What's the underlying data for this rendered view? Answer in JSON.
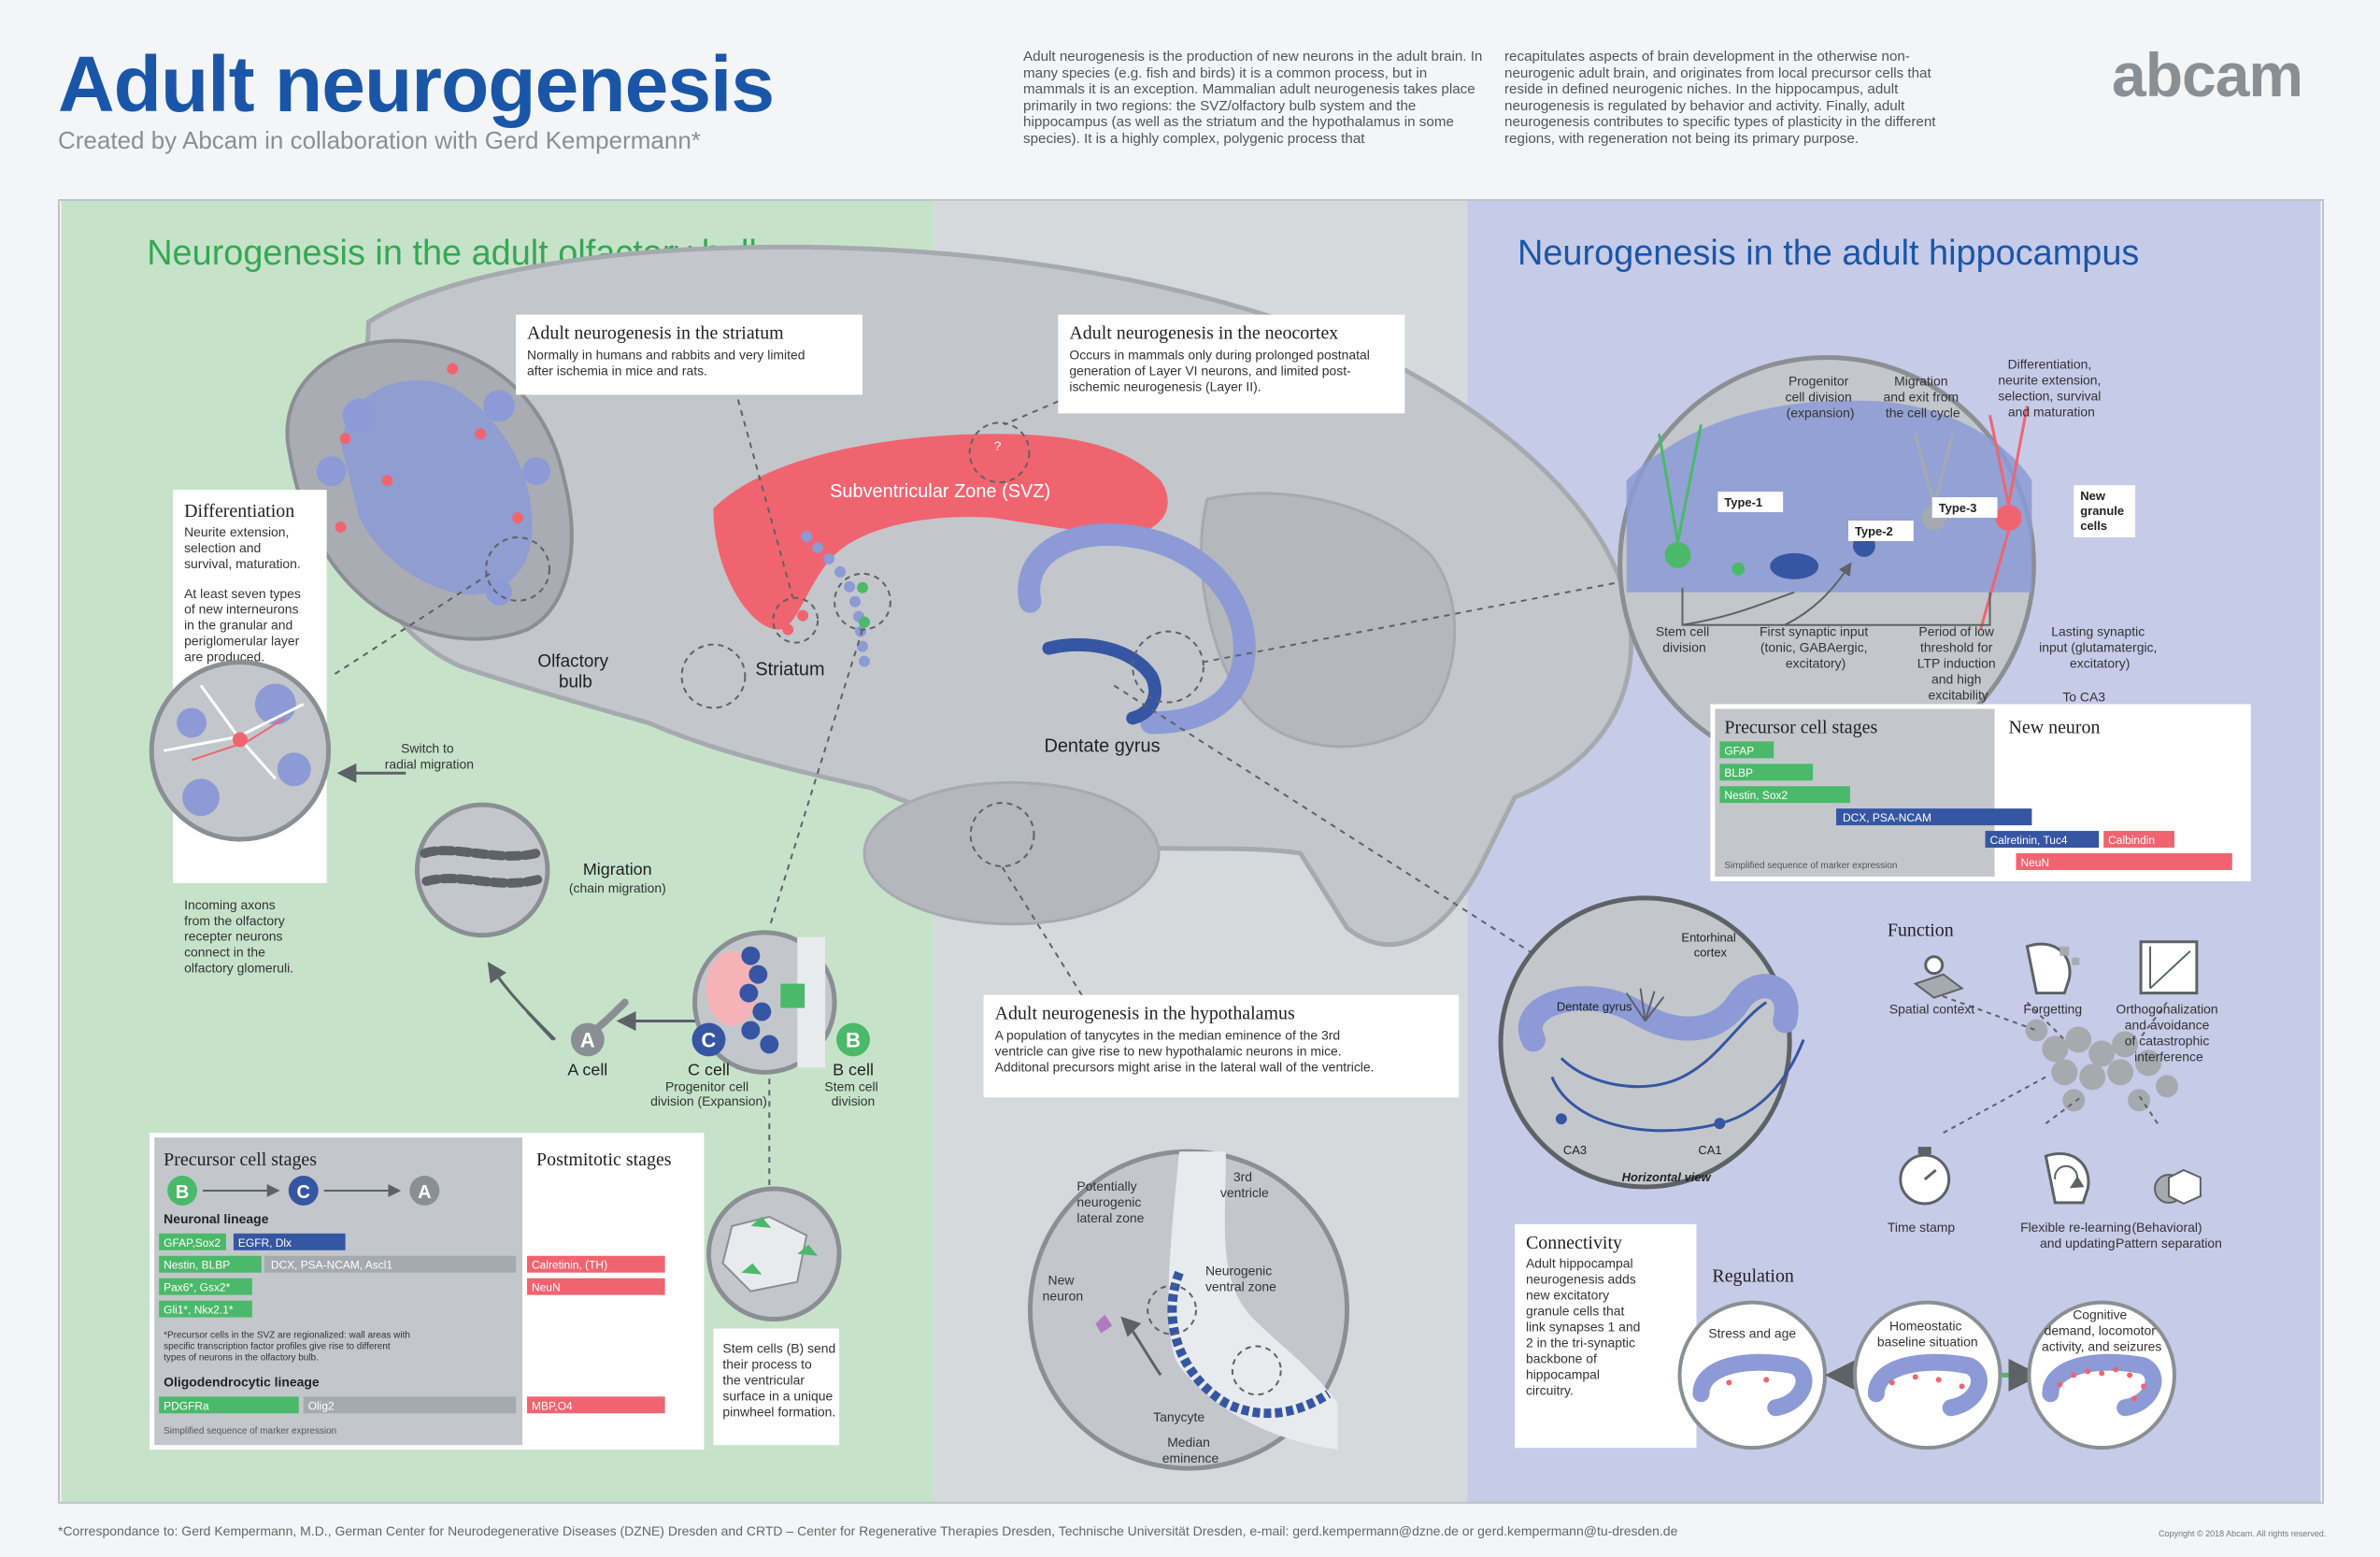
{
  "header": {
    "title": "Adult neurogenesis",
    "subtitle": "Created by Abcam in collaboration with Gerd Kempermann*",
    "intro_col1": "Adult neurogenesis is the production of new neurons in the adult brain. In many species (e.g. fish and birds) it is a common process, but in mammals it is an exception. Mammalian adult neurogenesis takes place primarily in two regions: the SVZ/olfactory bulb system and the hippocampus (as well as the striatum and the hypothalamus in some species). It is a highly complex, polygenic process that",
    "intro_col2": "recapitulates aspects of brain development in the otherwise non-neurogenic adult brain, and originates from local precursor cells that reside in defined neurogenic niches. In the hippocampus, adult neurogenesis is regulated by behavior and activity. Finally, adult neurogenesis contributes to specific types of plasticity in the different regions, with regeneration not being its primary purpose.",
    "brand": "abcam"
  },
  "sections": {
    "olfactory": "Neurogenesis in the adult olfactory bulb",
    "hippocampus": "Neurogenesis in the adult hippocampus"
  },
  "colors": {
    "blue": "#1a56a8",
    "green": "#4bb96a",
    "red": "#f06470",
    "lavender": "#8c9ad6",
    "gray": "#8a8f94"
  },
  "boxes": {
    "striatum": {
      "title": "Adult neurogenesis in the striatum",
      "lines": [
        "Normally in humans and rabbits and very limited",
        "after ischemia in mice and rats."
      ]
    },
    "neocortex": {
      "title": "Adult neurogenesis in the neocortex",
      "lines": [
        "Occurs in mammals only during prolonged postnatal",
        "generation of Layer VI neurons, and limited post-",
        "ischemic neurogenesis (Layer II)."
      ]
    },
    "hypothalamus": {
      "title": "Adult neurogenesis in the hypothalamus",
      "lines": [
        "A population of tanycytes in the median eminence of the 3rd",
        "ventricle can give rise to new hypothalamic neurons in mice.",
        "Additonal precursors might arise in the lateral wall of the ventricle."
      ]
    },
    "differentiation": {
      "title": "Differentiation",
      "p1": [
        "Neurite extension,",
        "selection and",
        "survival, maturation."
      ],
      "p2": [
        "At least seven types",
        "of new interneurons",
        "in the granular and",
        "periglomerular layer",
        "are produced."
      ]
    }
  },
  "brain_labels": {
    "svz": "Subventricular Zone (SVZ)",
    "olfactory_bulb": [
      "Olfactory",
      "bulb"
    ],
    "striatum": "Striatum",
    "dentate_gyrus": "Dentate gyrus",
    "question": "?"
  },
  "olfactory": {
    "switch": [
      "Switch to",
      "radial migration"
    ],
    "migration": "Migration",
    "migration_sub": "(chain migration)",
    "incoming": [
      "Incoming axons",
      "from the olfactory",
      "recepter neurons",
      "connect in the",
      "olfactory glomeruli."
    ],
    "cells": {
      "a": {
        "letter": "A",
        "name": "A cell"
      },
      "c": {
        "letter": "C",
        "name": "C cell",
        "sub": [
          "Progenitor cell",
          "division (Expansion)"
        ]
      },
      "b": {
        "letter": "B",
        "name": "B cell",
        "sub": [
          "Stem cell",
          "division"
        ]
      }
    },
    "stem_text": [
      "Stem cells (B) send",
      "their process to",
      "the ventricular",
      "surface in a unique",
      "pinwheel formation."
    ],
    "stages": {
      "header_left": "Precursor cell stages",
      "header_right": "Postmitotic stages",
      "letters": [
        "B",
        "C",
        "A"
      ],
      "neuronal": "Neuronal lineage",
      "oligo": "Oligodendrocytic lineage",
      "markers": {
        "gfap": "GFAP,Sox2",
        "egfr": "EGFR, Dlx",
        "nestin": "Nestin, BLBP",
        "dcx": "DCX, PSA-NCAM, Ascl1",
        "calretinin": "Calretinin, (TH)",
        "pax6": "Pax6*, Gsx2*",
        "neun": "NeuN",
        "gli1": "Gli1*, Nkx2.1*",
        "pdgfra": "PDGFRa",
        "olig2": "Olig2",
        "mbp": "MBP,O4"
      },
      "note": [
        "*Precursor cells in the SVZ are regionalized: wall areas with",
        "specific transcription factor profiles give rise to different",
        "types of neurons in the olfactory bulb."
      ],
      "footer": "Simplified sequence of marker expression"
    }
  },
  "hypothalamus_circle": {
    "ventricle": [
      "3rd",
      "ventricle"
    ],
    "lateral": [
      "Potentially",
      "neurogenic",
      "lateral zone"
    ],
    "new_neuron": [
      "New",
      "neuron"
    ],
    "ventral": [
      "Neurogenic",
      "ventral zone"
    ],
    "tanycyte": "Tanycyte",
    "median": [
      "Median",
      "eminence"
    ]
  },
  "hippocampus": {
    "steps": {
      "progenitor": [
        "Progenitor",
        "cell division",
        "(expansion)"
      ],
      "migration": [
        "Migration",
        "and exit from",
        "the cell cycle"
      ],
      "differentiation": [
        "Differentiation,",
        "neurite extension,",
        "selection, survival",
        "and maturation"
      ]
    },
    "types": {
      "t1": "Type-1",
      "t2": "Type-2",
      "t3": "Type-3",
      "new": [
        "New",
        "granule",
        "cells"
      ]
    },
    "below": {
      "stem": [
        "Stem cell",
        "division"
      ],
      "synaptic": [
        "First synaptic input",
        "(tonic, GABAergic,",
        "excitatory)"
      ],
      "period": [
        "Period of low",
        "threshold for",
        "LTP induction",
        "and high",
        "excitability"
      ],
      "lasting": [
        "Lasting synaptic",
        "input (glutamatergic,",
        "excitatory)"
      ],
      "ca3": "To CA3"
    },
    "stages": {
      "header_left": "Precursor cell stages",
      "header_right": "New neuron",
      "markers": {
        "gfap": "GFAP",
        "blbp": "BLBP",
        "nestin": "Nestin, Sox2",
        "dcx": "DCX, PSA-NCAM",
        "calretinin": "Calretinin, Tuc4",
        "calbindin": "Calbindin",
        "neun": "NeuN"
      },
      "footer": "Simplified sequence of marker expression"
    },
    "horizontal": {
      "entorhinal": [
        "Entorhinal",
        "cortex"
      ],
      "dg": "Dentate gyrus",
      "ca3": "CA3",
      "ca1": "CA1",
      "caption": "Horizontal view"
    },
    "connectivity": {
      "title": "Connectivity",
      "lines": [
        "Adult hippocampal",
        "neurogenesis adds",
        "new excitatory",
        "granule cells that",
        "link synapses 1 and",
        "2 in the tri-synaptic",
        "backbone of",
        "hippocampal",
        "circuitry."
      ]
    },
    "function": {
      "title": "Function",
      "spatial": "Spatial context",
      "forgetting": "Forgetting",
      "orth": [
        "Orthogonalization",
        "and avoidance",
        "of catastrophic",
        "interference"
      ],
      "timestamp": "Time stamp",
      "flexible": [
        "Flexible re-learning",
        "and updating"
      ],
      "pattern": [
        "(Behavioral)",
        "Pattern separation"
      ]
    },
    "regulation": {
      "title": "Regulation",
      "stress": "Stress and age",
      "homeo": [
        "Homeostatic",
        "baseline situation"
      ],
      "cognitive": [
        "Cognitive",
        "demand, locomotor",
        "activity, and seizures"
      ]
    }
  },
  "footer": {
    "note": "*Correspondance to: Gerd Kempermann, M.D., German Center for Neurodegenerative Diseases (DZNE) Dresden and CRTD – Center for Regenerative Therapies Dresden, Technische Universität Dresden, e-mail: gerd.kempermann@dzne.de or gerd.kempermann@tu-dresden.de",
    "copyright": "Copyright © 2018 Abcam. All rights reserved."
  }
}
